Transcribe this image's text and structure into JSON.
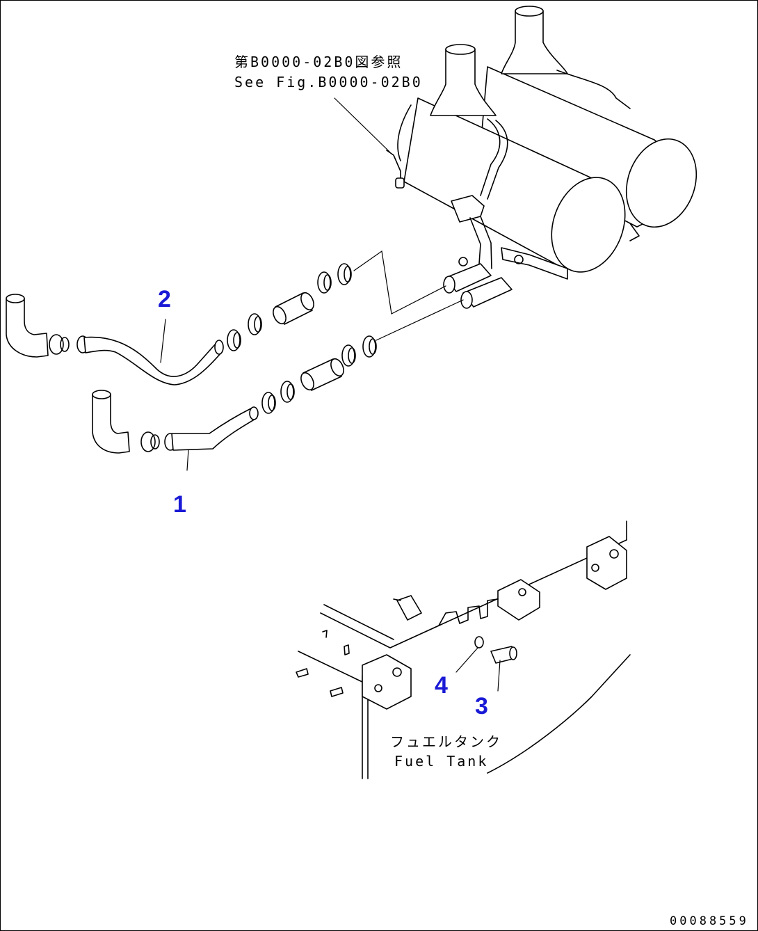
{
  "references": {
    "muffler_ref_jp": "第B0000-02B0図参照",
    "muffler_ref_en": "See Fig.B0000-02B0",
    "fuel_tank_jp": "フュエルタンク",
    "fuel_tank_en": "Fuel Tank"
  },
  "callouts": {
    "c1": "1",
    "c2": "2",
    "c3": "3",
    "c4": "4"
  },
  "drawing_number": "00088559",
  "colors": {
    "callout": "#1a1ad6",
    "line": "#000000"
  }
}
